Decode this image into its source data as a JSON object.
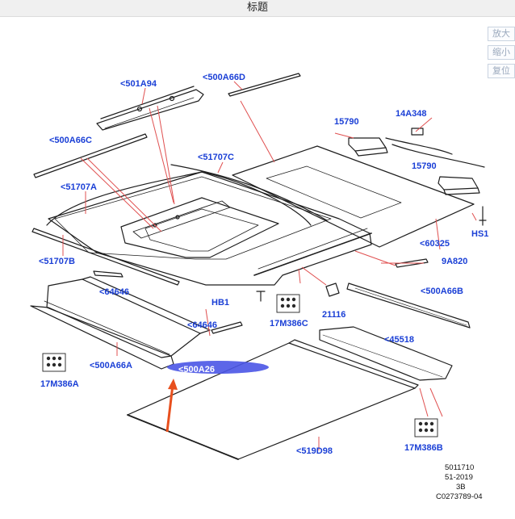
{
  "window": {
    "title": "标题"
  },
  "controls": {
    "zoom_in": "放大",
    "zoom_out": "缩小",
    "reset": "复位"
  },
  "callouts": {
    "c501A94": "<501A94",
    "c500A66D": "<500A66D",
    "c500A66C": "<500A66C",
    "c51707C": "<51707C",
    "c51707A": "<51707A",
    "c51707B": "<51707B",
    "c64646a": "<64646",
    "c64646b": "<64646",
    "c500A66A": "<500A66A",
    "c500A26": "<500A26",
    "c17M386A": "17M386A",
    "c17M386C": "17M386C",
    "c17M386B": "17M386B",
    "c15790a": "15790",
    "c15790b": "15790",
    "c14A348": "14A348",
    "cHS1": "HS1",
    "c60325": "<60325",
    "c9A820": "9A820",
    "c500A66B": "<500A66B",
    "cHB1": "HB1",
    "c21116": "21116",
    "c45518": "<45518",
    "c519D98": "<519D98"
  },
  "reference": {
    "line1": "5011710",
    "line2": "51-2019",
    "line3": "3B",
    "line4": "C0273789-04"
  },
  "colors": {
    "callout_text": "#1a3fd6",
    "leader_line": "#e05050",
    "highlight": "#4a55e6",
    "arrow": "#e8501e"
  }
}
